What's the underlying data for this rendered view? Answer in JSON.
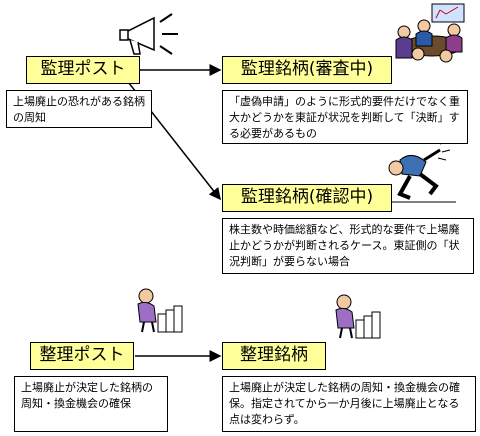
{
  "nodes": {
    "kanri_post": {
      "label": "監理ポスト",
      "desc": "上場廃止の恐れがある銘柄の周知"
    },
    "kanri_shinsa": {
      "label": "監理銘柄(審査中)",
      "desc": "「虚偽申請」のように形式的要件だけでなく重大かどうかを東証が状況を判断して「決断」する必要があるもの"
    },
    "kanri_kakunin": {
      "label": "監理銘柄(確認中)",
      "desc": "株主数や時価総額など、形式的な要件で上場廃止かどうかが判断されるケース。東証側の「状況判断」が要らない場合"
    },
    "seiri_post": {
      "label": "整理ポスト",
      "desc": "上場廃止が決定した銘柄の周知・換金機会の確保"
    },
    "seiri_meigara": {
      "label": "整理銘柄",
      "desc": "上場廃止が決定した銘柄の周知・換金機会の確保。指定されてから一か月後に上場廃止となる点は変わらず。"
    }
  },
  "icons": [
    "megaphone-icon",
    "meeting-people-icon",
    "running-man-icon",
    "stacking-person-icon",
    "stacking-person-icon"
  ]
}
